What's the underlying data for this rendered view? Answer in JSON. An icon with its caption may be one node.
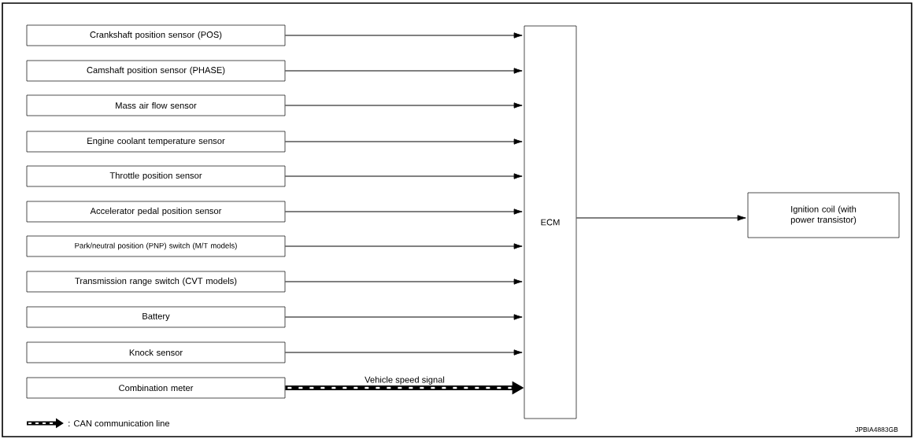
{
  "diagram": {
    "nodes": [
      {
        "text": [
          "Crankshaft position sensor (POS)"
        ]
      },
      {
        "text": [
          "Camshaft position sensor (PHASE)"
        ]
      },
      {
        "text": [
          "Mass air flow sensor"
        ]
      },
      {
        "text": [
          "Engine coolant temperature sensor"
        ]
      },
      {
        "text": [
          "Throttle position sensor"
        ]
      },
      {
        "text": [
          "Accelerator pedal position sensor"
        ]
      },
      {
        "text": [
          "Park/neutral position (PNP) switch (M/T models)"
        ]
      },
      {
        "text": [
          "Transmission range switch (CVT models)"
        ]
      },
      {
        "text": [
          "Battery"
        ]
      },
      {
        "text": [
          "Knock sensor"
        ]
      },
      {
        "text": [
          "Combination meter"
        ]
      },
      {
        "text": [
          "ECM"
        ]
      },
      {
        "text": [
          "Ignition coil (with power transistor)"
        ]
      }
    ],
    "edges": [
      {
        "from": 0,
        "to": 11,
        "arrow": "to"
      },
      {
        "from": 1,
        "to": 11,
        "arrow": "to"
      },
      {
        "from": 2,
        "to": 11,
        "arrow": "to"
      },
      {
        "from": 3,
        "to": 11,
        "arrow": "to"
      },
      {
        "from": 4,
        "to": 11,
        "arrow": "to"
      },
      {
        "from": 5,
        "to": 11,
        "arrow": "to"
      },
      {
        "from": 6,
        "to": 11,
        "arrow": "to"
      },
      {
        "from": 7,
        "to": 11,
        "arrow": "to"
      },
      {
        "from": 8,
        "to": 11,
        "arrow": "to"
      },
      {
        "from": 9,
        "to": 11,
        "arrow": "to"
      },
      {
        "from": 10,
        "to": 11,
        "arrow": "to",
        "label": "Vehicle speed signal",
        "style": "thick"
      },
      {
        "from": 11,
        "to": 12,
        "arrow": "to"
      }
    ],
    "labels": [
      "JPBIA4883GB"
    ],
    "legend": [
      {
        "text": ": CAN communication line"
      }
    ]
  }
}
